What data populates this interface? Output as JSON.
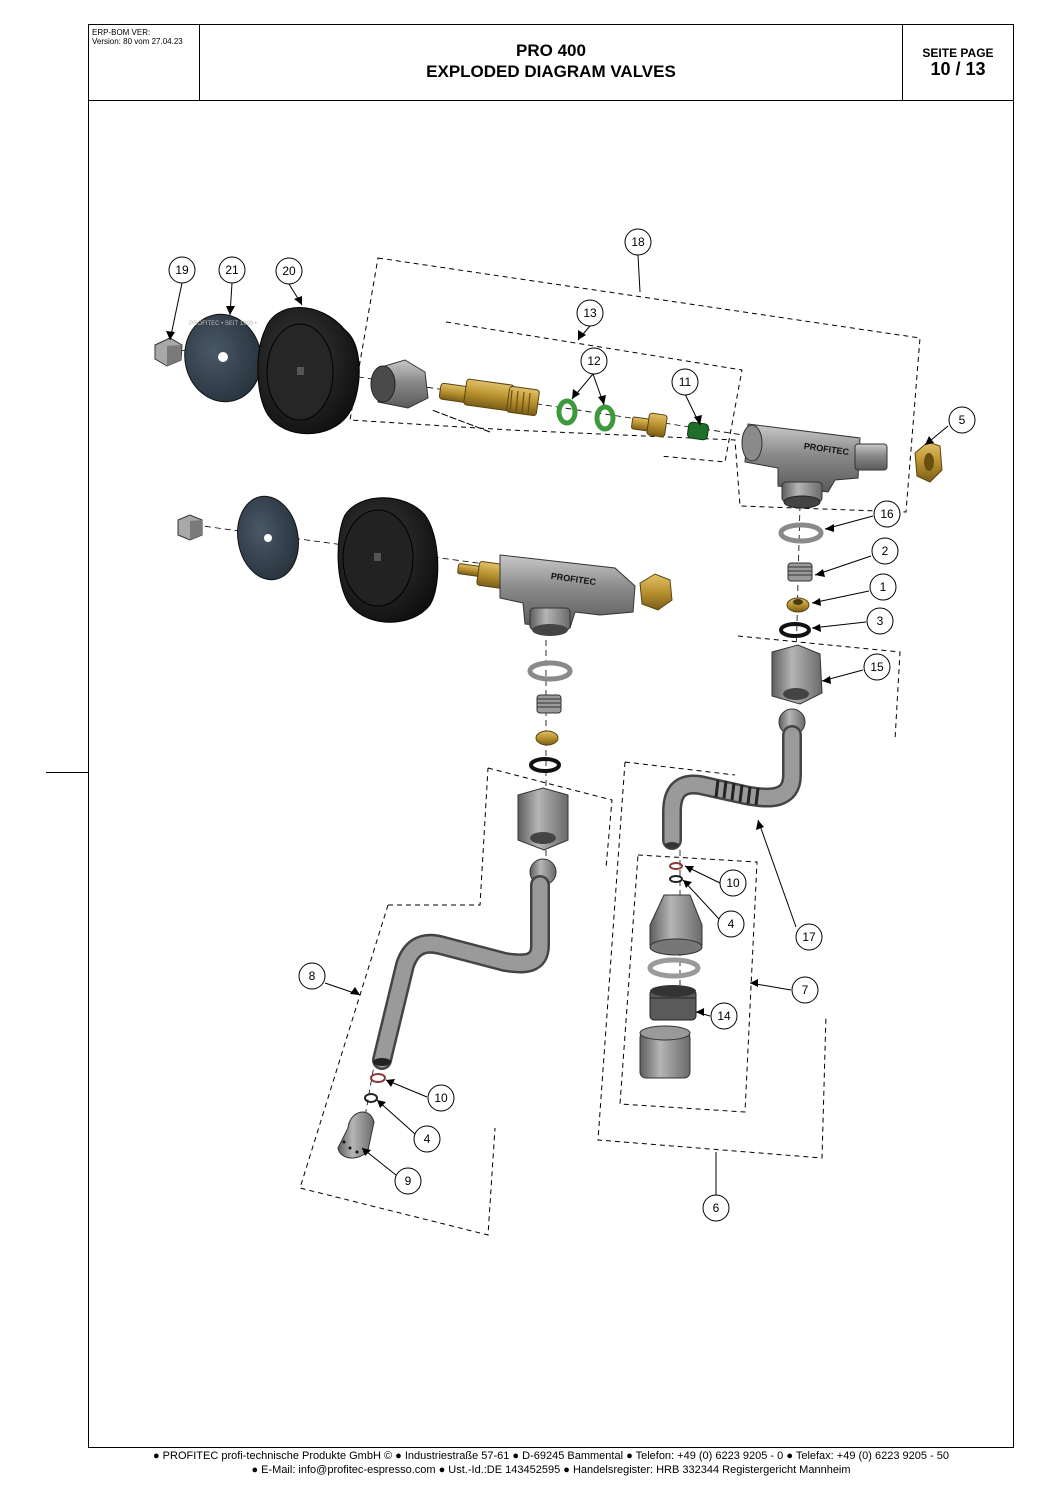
{
  "header": {
    "erp_label": "ERP-BOM VER:",
    "version": "Version: 80 vom 27.04.23",
    "title": "PRO 400",
    "subtitle": "EXPLODED DIAGRAM VALVES",
    "page_label": "SEITE  PAGE",
    "page_number": "10 / 13"
  },
  "callouts": [
    "1",
    "2",
    "3",
    "4",
    "4",
    "5",
    "6",
    "7",
    "8",
    "9",
    "10",
    "10",
    "11",
    "12",
    "13",
    "14",
    "15",
    "16",
    "17",
    "18",
    "19",
    "20",
    "21"
  ],
  "part_text": {
    "brand": "PROFITEC",
    "disc_text": "PROFITEC • SEIT 1999 •"
  },
  "colors": {
    "black_knob": "#1a1a1a",
    "steel": "#8e8e8e",
    "brass": "#b8922e",
    "green_ring": "#3c9a3c",
    "dark_green": "#1f6e2a",
    "disc": "#2f3a44"
  },
  "footer": {
    "line1": "● PROFITEC profi-technische Produkte GmbH © ● Industriestraße 57-61 ● D-69245 Bammental ● Telefon: +49 (0) 6223 9205 - 0 ● Telefax: +49 (0) 6223 9205 - 50",
    "line2": "● E-Mail: info@profitec-espresso.com ● Ust.-Id.:DE 143452595 ● Handelsregister: HRB 332344 Registergericht Mannheim"
  }
}
